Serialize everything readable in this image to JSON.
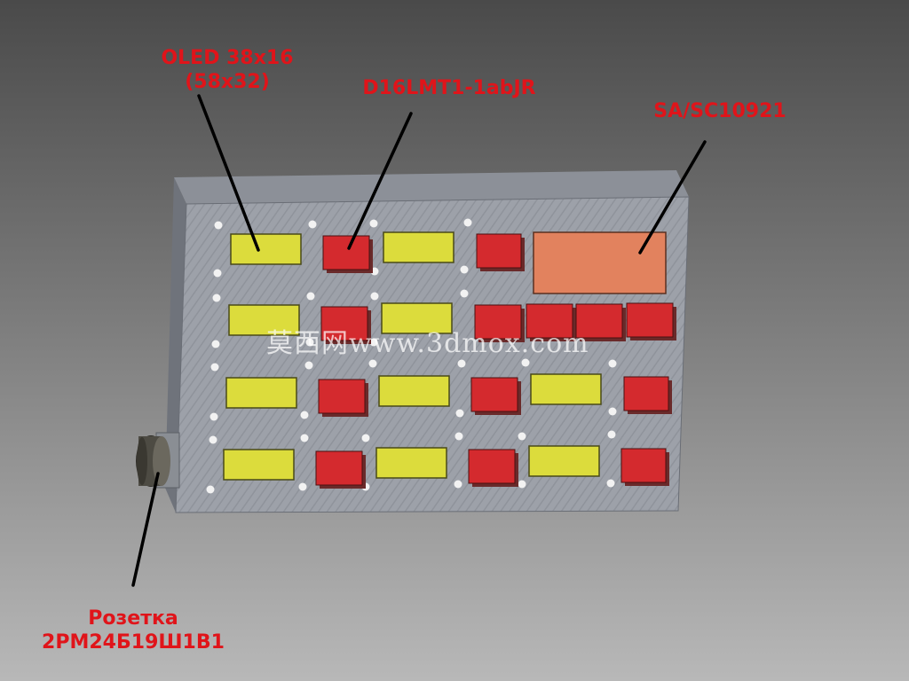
{
  "labels": {
    "oled_line1": "OLED 38x16",
    "oled_line2": "(58x32)",
    "led": "D16LMT1-1abJR",
    "display": "SA/SC10921",
    "socket_line1": "Розетка",
    "socket_line2": "2РМ24Б19Ш1В1"
  },
  "watermark": "莫西网www.3dmox.com",
  "colors": {
    "label": "#e0141a",
    "yellow_display": "#dcdc3c",
    "red_button": "#d42a2e",
    "orange_display": "#e2825e",
    "panel": "#9a9ea6",
    "leader_line": "#000000"
  }
}
